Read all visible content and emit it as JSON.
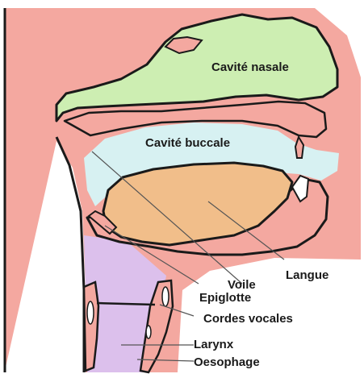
{
  "labels": {
    "nasal": "Cavité nasale",
    "buccal": "Cavité buccale",
    "langue": "Langue",
    "voile": "Voile",
    "epiglotte": "Epiglotte",
    "cordes": "Cordes vocales",
    "larynx": "Larynx",
    "oesophage": "Oesophage"
  },
  "colors": {
    "tissue": "#f4a8a0",
    "nasal_cavity": "#cdeeb2",
    "oral_cavity": "#d7f1f2",
    "tongue": "#f1be8a",
    "pharynx": "#dcc0ec",
    "outline": "#1a1a1a"
  }
}
